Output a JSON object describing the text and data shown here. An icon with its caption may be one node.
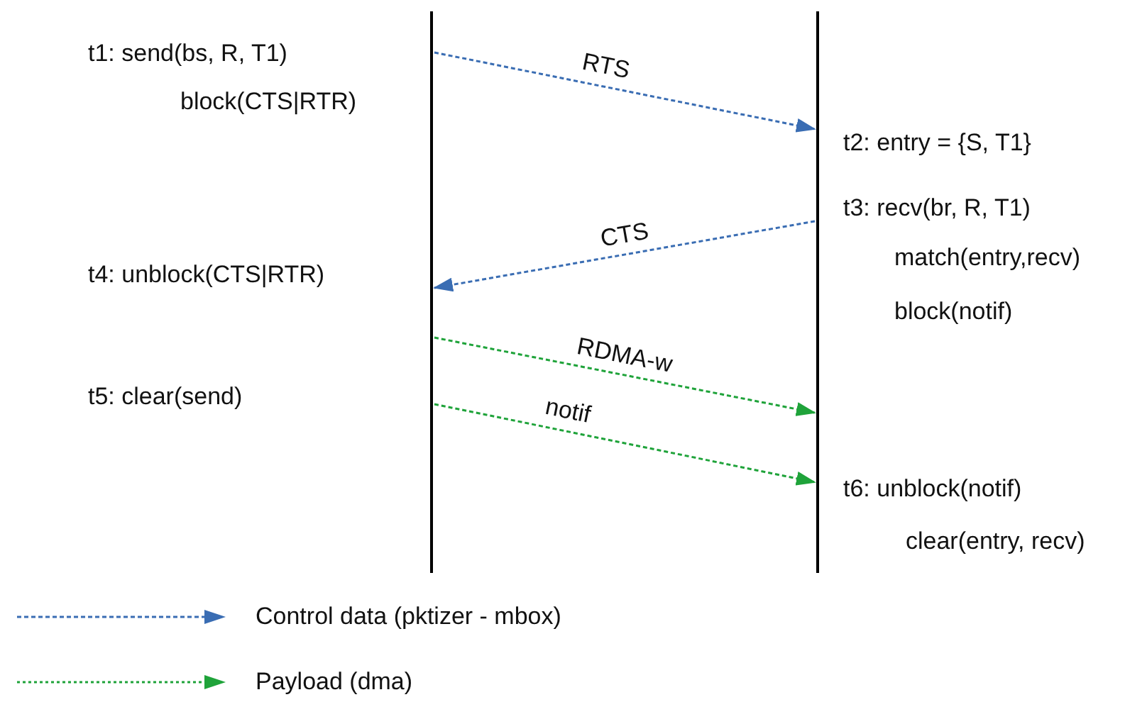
{
  "diagram": {
    "nodes": [
      {
        "text": [],
        "shape": "bar"
      },
      {
        "text": [],
        "shape": "bar"
      }
    ],
    "edges": [
      {
        "from": 0,
        "to": 1,
        "arrow": "to",
        "label": "RTS",
        "style": "dashed",
        "color": "#3a6db3"
      },
      {
        "from": 1,
        "to": 0,
        "arrow": "to",
        "label": "CTS",
        "style": "dashed",
        "color": "#3a6db3"
      },
      {
        "from": 0,
        "to": 1,
        "arrow": "to",
        "label": "RDMA-w",
        "style": "dashed",
        "color": "#1fa33a"
      },
      {
        "from": 0,
        "to": 1,
        "arrow": "to",
        "label": "notif",
        "style": "dashed",
        "color": "#1fa33a"
      }
    ],
    "labels": [
      "t1: send(bs, R, T1)",
      "block(CTS|RTR)",
      "t2: entry = {S, T1}",
      "t3: recv(br, R, T1)",
      "t4: unblock(CTS|RTR)",
      "match(entry,recv)",
      "block(notif)",
      "t5: clear(send)",
      "t6: unblock(notif)",
      "clear(entry, recv)"
    ],
    "legend": [
      {
        "text": "Control data (pktizer - mbox)"
      },
      {
        "text": "Payload (dma)"
      }
    ]
  }
}
